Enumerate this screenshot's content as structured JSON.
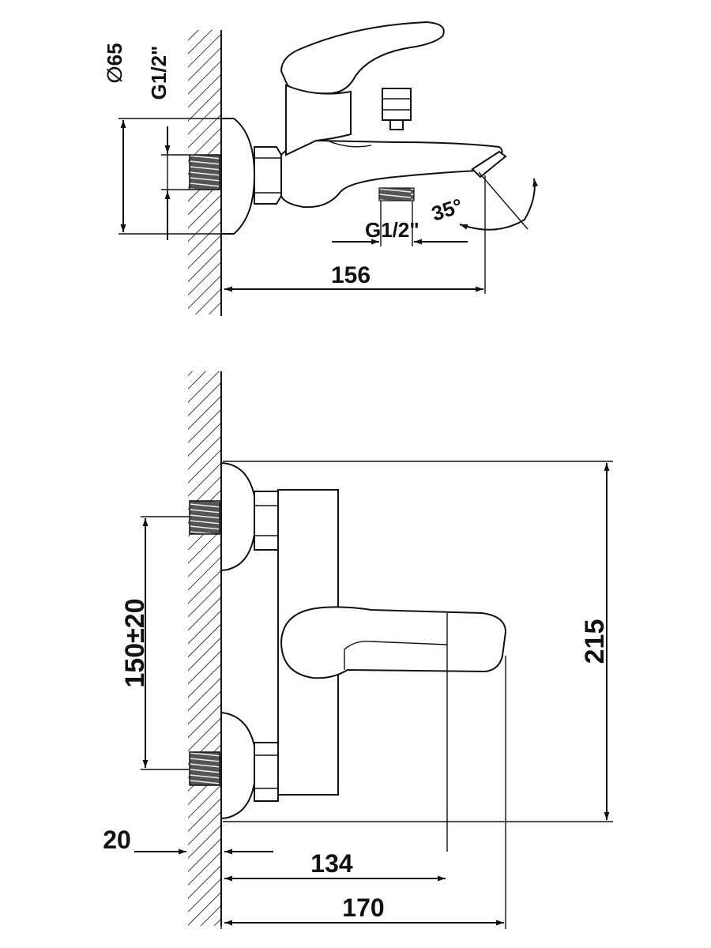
{
  "top_view": {
    "diameter_label": "∅65",
    "wall_thread_label": "G1/2\"",
    "outlet_thread_label": "G1/2\"",
    "angle_label": "35°",
    "depth_label": "156"
  },
  "front_view": {
    "center_distance_label": "150±20",
    "height_label": "215",
    "wall_offset_label": "20",
    "lever_depth_label": "134",
    "total_depth_label": "170"
  },
  "colors": {
    "line": "#111111",
    "background": "#ffffff"
  }
}
